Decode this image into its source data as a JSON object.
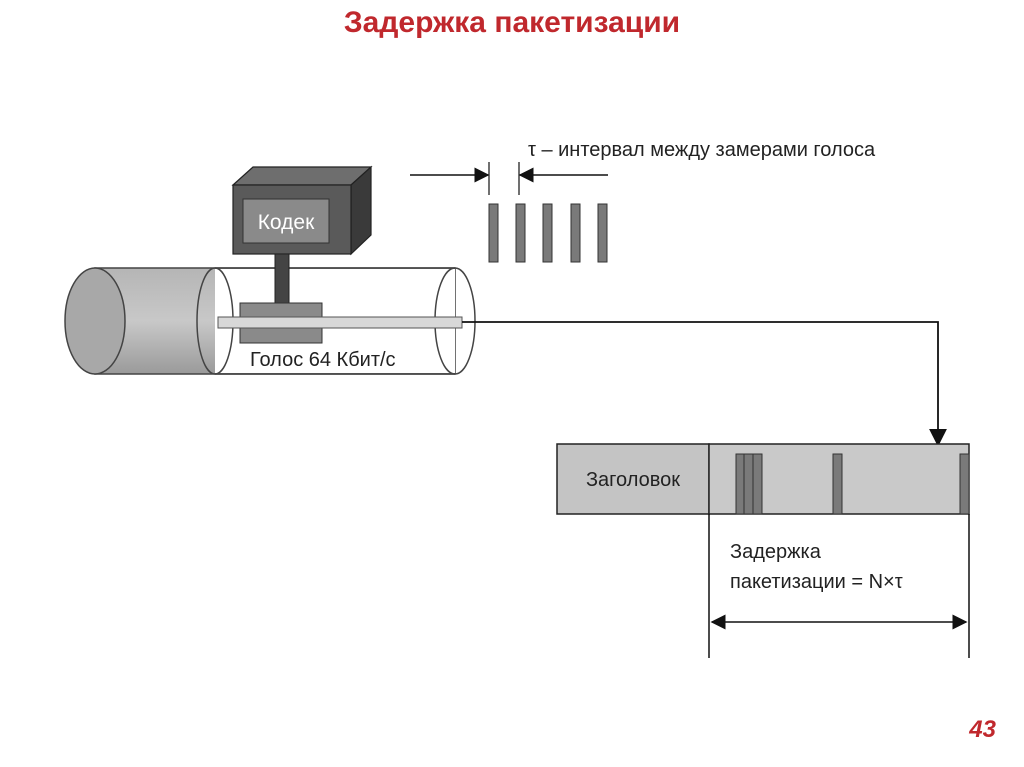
{
  "title": "Задержка пакетизации",
  "page_number": "43",
  "diagram": {
    "codec_label": "Кодек",
    "voice_label": "Голос 64 Кбит/с",
    "tau_label": "τ – интервал между замерами голоса",
    "header_label": "Заголовок",
    "delay_label_line1": "Задержка",
    "delay_label_line2": "пакетизации = N×τ"
  }
}
